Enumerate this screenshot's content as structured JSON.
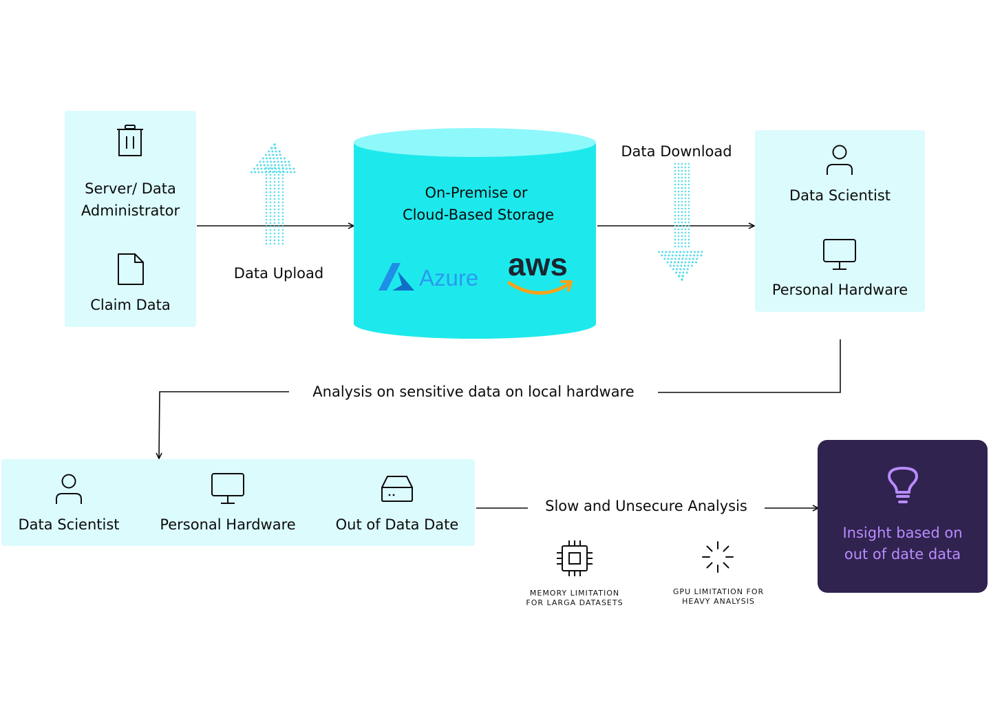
{
  "colors": {
    "panel": "#dcfbfd",
    "storage": "#1de9ec",
    "storage_top": "#8ef8fb",
    "arrow_dots": "#57dde8",
    "insight_bg": "#30234f",
    "insight_text": "#b98cff",
    "azure_blue": "#1f8ee6",
    "aws_orange": "#f4a21b",
    "ink": "#0b0b0b"
  },
  "source": {
    "admin_label": "Server/ Data Administrator",
    "admin_icon": "trash-can-icon",
    "claim_label": "Claim Data",
    "claim_icon": "document-icon"
  },
  "upload": {
    "label": "Data Upload",
    "icon": "dotted-up-arrow-icon"
  },
  "storage": {
    "title_line1": "On-Premise or",
    "title_line2": "Cloud-Based Storage",
    "azure_label": "Azure",
    "aws_label": "aws"
  },
  "download": {
    "label": "Data Download",
    "icon": "dotted-down-arrow-icon"
  },
  "receiver": {
    "scientist_label": "Data Scientist",
    "scientist_icon": "user-icon",
    "hardware_label": "Personal Hardware",
    "hardware_icon": "monitor-icon"
  },
  "analysis_label": "Analysis on sensitive data on local hardware",
  "local": {
    "scientist_label": "Data Scientist",
    "hardware_label": "Personal Hardware",
    "outdated_label": "Out of Data Date",
    "outdated_icon": "hard-drive-icon"
  },
  "slow_label": "Slow and Unsecure Analysis",
  "limits": {
    "memory_line1": "MEMORY LIMITATION",
    "memory_line2": "FOR LARGA DATASETS",
    "memory_icon": "cpu-chip-icon",
    "gpu_line1": "GPU LIMITATION FOR",
    "gpu_line2": "HEAVY ANALYSIS",
    "gpu_icon": "loading-spinner-icon"
  },
  "insight": {
    "line1": "Insight based on",
    "line2": "out of date data",
    "icon": "lightbulb-icon"
  }
}
